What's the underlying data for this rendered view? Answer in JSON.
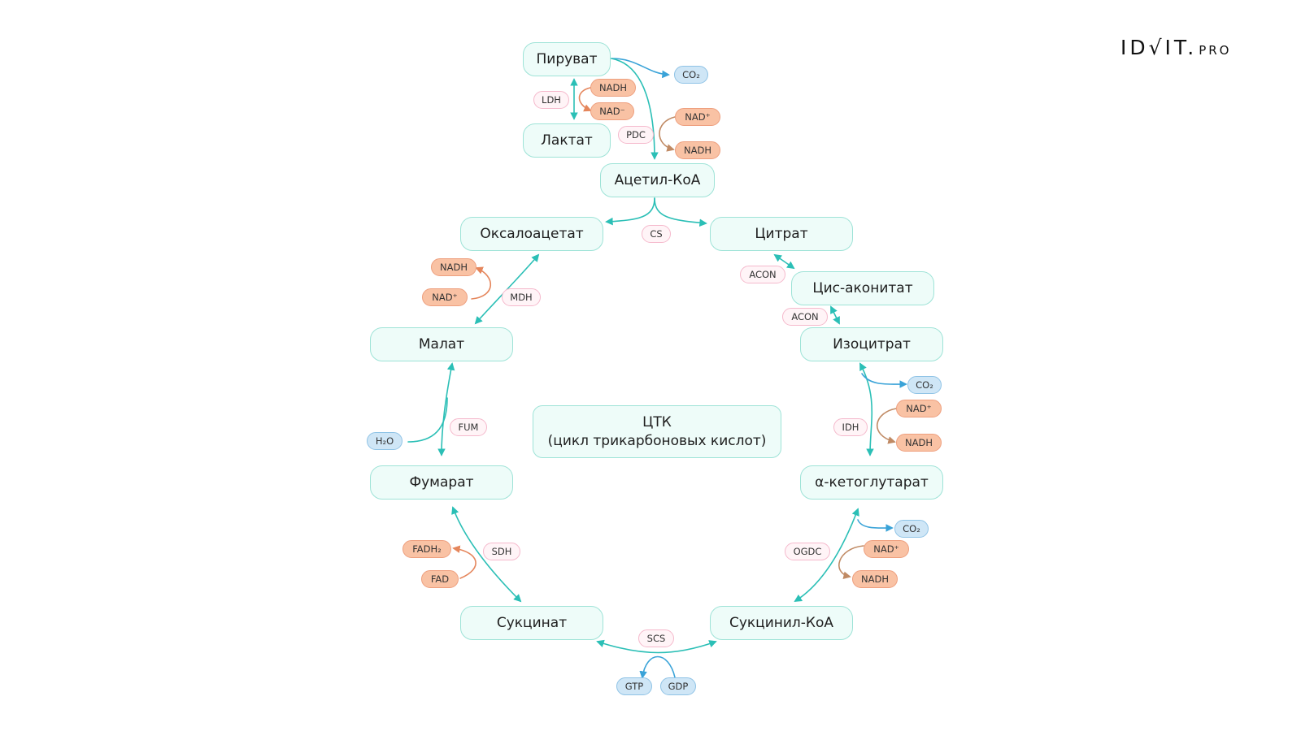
{
  "logo": {
    "main": "ID√IT.",
    "suffix": "PRO"
  },
  "center": {
    "line1": "ЦТК",
    "line2": "(цикл трикарбоновых кислот)"
  },
  "metabolites": {
    "piruvat": "Пируват",
    "laktat": "Лактат",
    "acetyl_coa": "Ацетил-КоА",
    "oksaloacetat": "Оксалоацетат",
    "citrat": "Цитрат",
    "cis_akonitat": "Цис-аконитат",
    "izocitrat": "Изоцитрат",
    "malat": "Малат",
    "fumarat": "Фумарат",
    "ketoglutarat": "α-кетоглутарат",
    "suksinat": "Сукцинат",
    "suksinil_coa": "Сукцинил-КоА"
  },
  "enzymes": {
    "ldh": "LDH",
    "pdc": "PDC",
    "cs": "CS",
    "acon1": "ACON",
    "acon2": "ACON",
    "mdh": "MDH",
    "idh": "IDH",
    "fum": "FUM",
    "sdh": "SDH",
    "ogdc": "OGDC",
    "scs": "SCS"
  },
  "cofactors": {
    "nadh_ldh": "NADH",
    "nad_ldh": "NAD⁻",
    "nad_pdc": "NAD⁺",
    "nadh_pdc": "NADH",
    "nadh_mdh": "NADH",
    "nad_mdh": "NAD⁺",
    "nad_idh": "NAD⁺",
    "nadh_idh": "NADH",
    "nad_ogdc": "NAD⁺",
    "nadh_ogdc": "NADH",
    "fadh2": "FADH₂",
    "fad": "FAD"
  },
  "small_molecules": {
    "co2_pdc": "CO₂",
    "co2_idh": "CO₂",
    "co2_ogdc": "CO₂",
    "h2o": "H₂O",
    "gtp": "GTP",
    "gdp": "GDP"
  },
  "colors": {
    "teal_arrow": "#2bbfb6",
    "orange_arrow": "#e5865c",
    "brown_arrow": "#c08a64",
    "blue_arrow": "#3aa3d8",
    "node_fill": "#eefcf9",
    "node_border": "#9ee3d7",
    "enzyme_fill": "#fff4f7",
    "cofactor_fill": "#f9c2a4",
    "gas_fill": "#cfe6f6"
  }
}
